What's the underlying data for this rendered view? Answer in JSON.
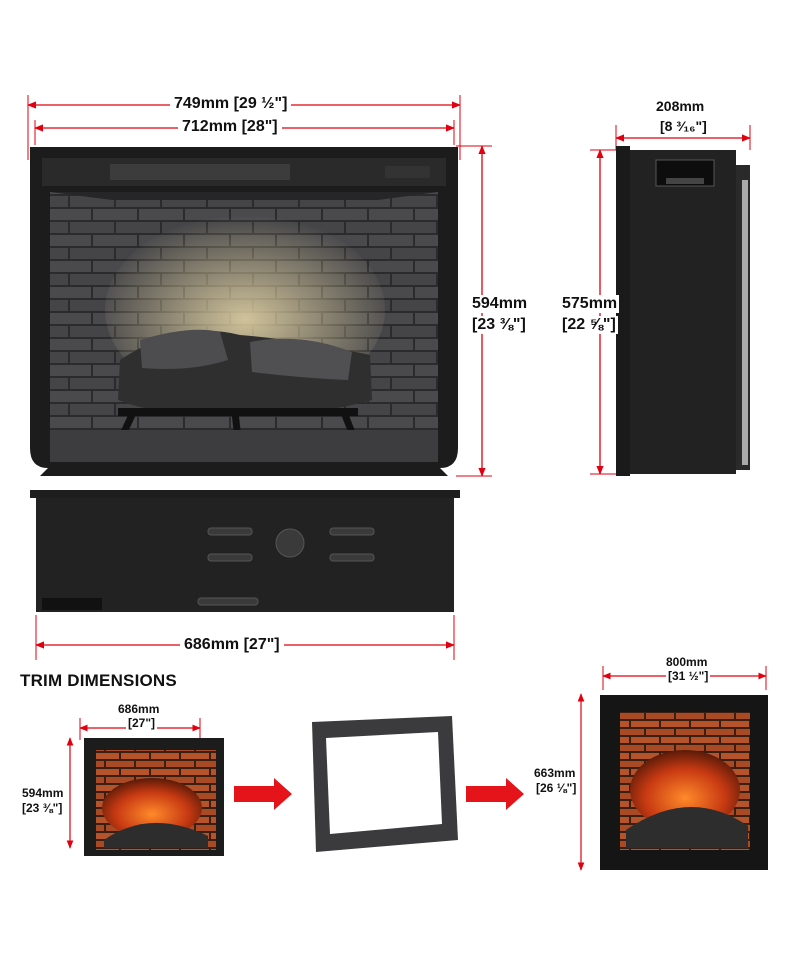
{
  "colors": {
    "dimension_line": "#e0000f",
    "arrow": "#e5141b",
    "frame": "#1b1b1b",
    "brick": "#3a3a3c"
  },
  "front_view": {
    "overall_width": "749mm [29 ½\"]",
    "inner_width": "712mm [28\"]",
    "height": "594mm",
    "height_in": "[23 ⅜\"]"
  },
  "side_view": {
    "depth": "208mm",
    "depth_in": "[8 ³⁄₁₆\"]",
    "height": "575mm",
    "height_in": "[22 ⅝\"]"
  },
  "top_view": {
    "width": "686mm [27\"]"
  },
  "trim": {
    "heading": "TRIM DIMENSIONS",
    "insert_width": "686mm",
    "insert_width_in": "[27\"]",
    "insert_height": "594mm",
    "insert_height_in": "[23 ⅜\"]",
    "trimmed_width": "800mm",
    "trimmed_width_in": "[31 ½\"]",
    "trimmed_height": "663mm",
    "trimmed_height_in": "[26 ⅛\"]"
  },
  "icons": [
    "arrow-right-icon",
    "arrow-right-icon"
  ]
}
